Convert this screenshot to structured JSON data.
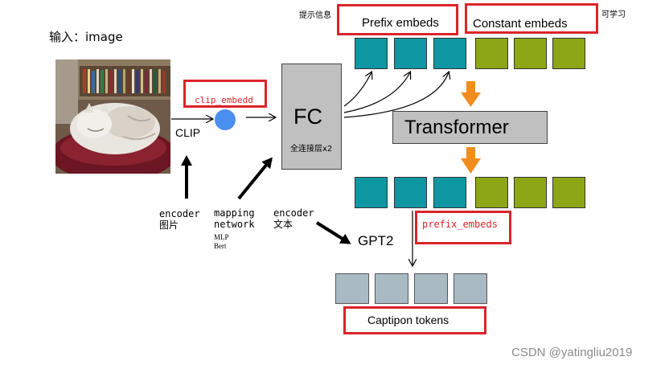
{
  "header": {
    "input_label": "输入：image",
    "hint_label": "提示信息",
    "learnable_label": "可学习"
  },
  "boxes": {
    "prefix_embeds": "Prefix embeds",
    "constant_embeds": "Constant embeds",
    "clip_embedd": "clip_embedd",
    "prefix_embeds_out": "prefix_embeds",
    "caption_tokens": "Captipon tokens"
  },
  "blocks": {
    "fc_title": "FC",
    "fc_subtitle": "全连接层x2",
    "transformer": "Transformer",
    "gpt2": "GPT2",
    "clip": "CLIP"
  },
  "labels": {
    "encoder_image_line1": "encoder",
    "encoder_image_line2": "图片",
    "mapping_line1": "mapping",
    "mapping_line2": "network",
    "mapping_line3": "MLP",
    "mapping_line4": "Bert",
    "encoder_text_line1": "encoder",
    "encoder_text_line2": "文本"
  },
  "watermark": "CSDN @yatingliu2019",
  "image": {
    "subject": "sleeping-cat-photo"
  },
  "colors": {
    "teal": "#0e97a3",
    "olive": "#8da616",
    "grey_token": "#a9bac5",
    "fc_block": "#c0c0c0",
    "transformer_block": "#c0c0c0",
    "orange_arrow": "#f28c1c",
    "highlight_red": "#d9252a",
    "clip_dot": "#4a8ef0"
  }
}
